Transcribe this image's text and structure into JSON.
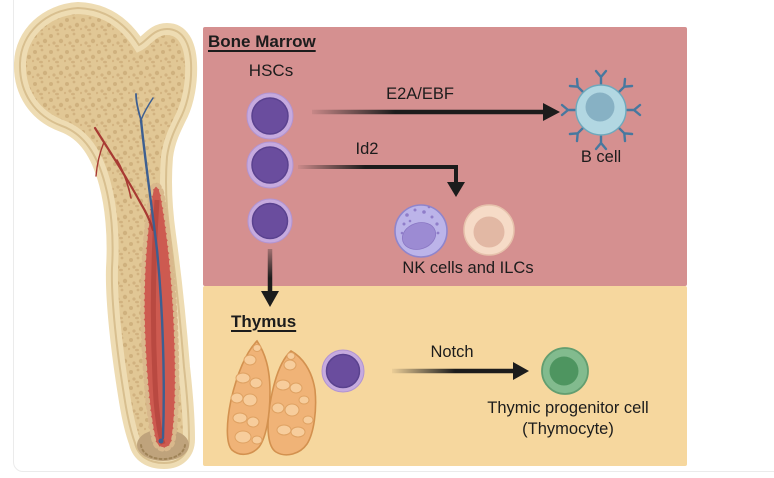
{
  "figure": {
    "bone_marrow": {
      "title": "Bone Marrow",
      "hscs_label": "HSCs",
      "b_cell_pathway": {
        "pathway_label": "E2A/EBF",
        "cell_label": "B cell"
      },
      "nk_ilc_pathway": {
        "pathway_label": "Id2",
        "cell_label": "NK cells and ILCs"
      }
    },
    "thymus": {
      "title": "Thymus",
      "notch_pathway": {
        "pathway_label": "Notch",
        "cell_label_line1": "Thymic progenitor cell",
        "cell_label_line2": "(Thymocyte)"
      }
    }
  },
  "colors": {
    "bone_marrow_bg": "#d59090",
    "thymus_bg": "#f6d79e",
    "hsc_outer": "#c6aade",
    "hsc_inner": "#6a4d9e",
    "b_cell_body": "#b2d7e2",
    "b_cell_nucleus": "#87b1c4",
    "antibody": "#47789f",
    "nk_body": "#bcb4e9",
    "nk_nucleus": "#9c8bd3",
    "nk_granule": "#8f7dc9",
    "ilc_body": "#f6dbc7",
    "ilc_nucleus": "#e2b8a4",
    "progenitor_body": "#82bb8e",
    "progenitor_nucleus": "#4e9560",
    "thymus_organ": "#f0b377",
    "thymus_lobule": "#f7cd9c",
    "bone_cortical": "#eedcb3",
    "bone_spongy": "#e1c795",
    "bone_marrow_red": "#cd5a50",
    "arrow": "#1c1c1c",
    "text": "#1c1c1c"
  }
}
